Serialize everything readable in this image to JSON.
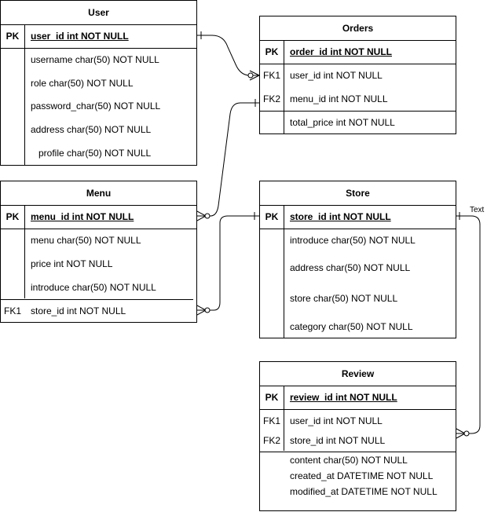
{
  "tables": {
    "user": {
      "title": "User",
      "pk": {
        "key": "PK",
        "field": "user_id int NOT NULL"
      },
      "fields": [
        "username char(50) NOT NULL",
        "role char(50) NOT NULL",
        "password_char(50) NOT NULL",
        "address char(50) NOT NULL",
        "profile char(50) NOT NULL"
      ]
    },
    "orders": {
      "title": "Orders",
      "pk": {
        "key": "PK",
        "field": "order_id int NOT NULL"
      },
      "fk": [
        {
          "key": "FK1",
          "field": "user_id int NOT NULL"
        },
        {
          "key": "FK2",
          "field": "menu_id int NOT NULL"
        }
      ],
      "fields": [
        "total_price int NOT NULL"
      ]
    },
    "menu": {
      "title": "Menu",
      "pk": {
        "key": "PK",
        "field": "menu_id int NOT NULL"
      },
      "fields": [
        "menu char(50) NOT NULL",
        "price int NOT NULL",
        "introduce char(50) NOT NULL"
      ],
      "fk": [
        {
          "key": "FK1",
          "field": "store_id int NOT NULL"
        }
      ]
    },
    "store": {
      "title": "Store",
      "pk": {
        "key": "PK",
        "field": "store_id int NOT NULL"
      },
      "fields": [
        "introduce char(50) NOT NULL",
        "address char(50) NOT NULL",
        "store char(50) NOT NULL",
        "category char(50) NOT NULL"
      ]
    },
    "review": {
      "title": "Review",
      "pk": {
        "key": "PK",
        "field": "review_id int NOT NULL"
      },
      "fk": [
        {
          "key": "FK1",
          "field": "user_id int NOT NULL"
        },
        {
          "key": "FK2",
          "field": "store_id int NOT NULL"
        }
      ],
      "fields": [
        "content char(50) NOT NULL",
        "created_at DATETIME NOT NULL",
        "modified_at DATETIME NOT NULL"
      ]
    }
  },
  "edge_label": "Text"
}
